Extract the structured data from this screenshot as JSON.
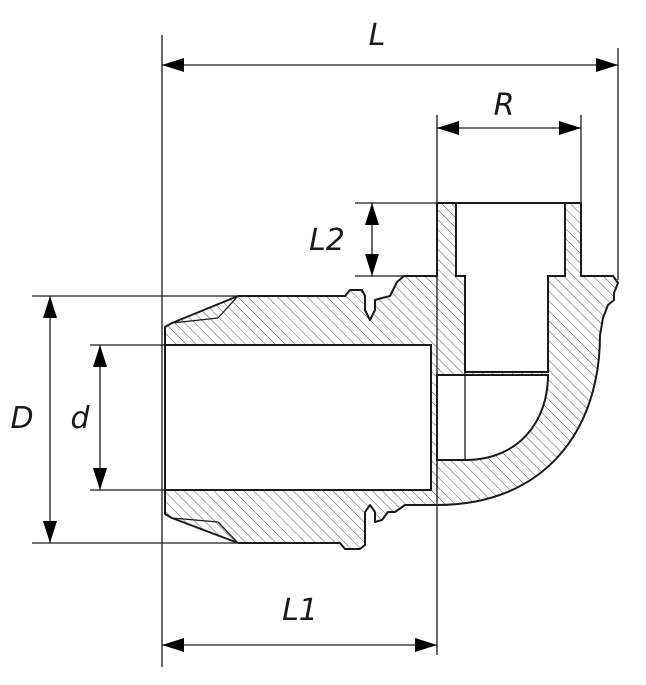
{
  "dimensions": {
    "L": "L",
    "R": "R",
    "L1": "L1",
    "L2": "L2",
    "D": "D",
    "d": "d"
  },
  "colors": {
    "stroke": "#1a1a1a",
    "hatch": "#555555",
    "background": "#ffffff"
  }
}
